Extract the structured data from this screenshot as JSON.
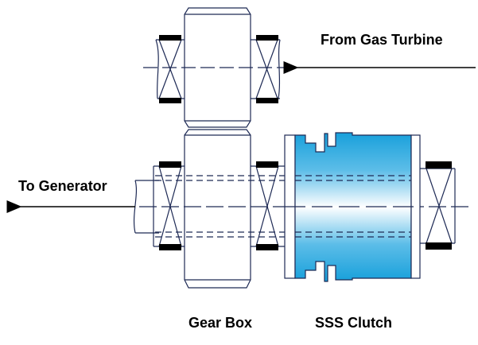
{
  "diagram": {
    "title": "Gas turbine to generator drive train with gear box and SSS clutch",
    "labels": {
      "input": "From Gas Turbine",
      "output": "To Generator",
      "gear_box": "Gear Box",
      "clutch": "SSS Clutch"
    },
    "components": [
      {
        "id": "upper-gear",
        "type": "gear"
      },
      {
        "id": "lower-gear",
        "type": "gear"
      },
      {
        "id": "upper-left-bearing",
        "type": "bearing"
      },
      {
        "id": "upper-right-bearing",
        "type": "bearing"
      },
      {
        "id": "lower-left-bearing",
        "type": "bearing"
      },
      {
        "id": "lower-right-bearing",
        "type": "bearing"
      },
      {
        "id": "clutch-body",
        "type": "clutch"
      },
      {
        "id": "clutch-outboard-bearing",
        "type": "bearing"
      }
    ],
    "flows": [
      {
        "from": "Gas Turbine",
        "to": "upper-gear",
        "direction": "right-to-left"
      },
      {
        "from": "lower-gear",
        "to": "Generator",
        "direction": "right-to-left"
      }
    ],
    "colors": {
      "line": "#1e2a55",
      "clutch_blue": "#1aa3dc",
      "clutch_highlight": "#ffffff",
      "bearing_race": "#000000"
    }
  }
}
